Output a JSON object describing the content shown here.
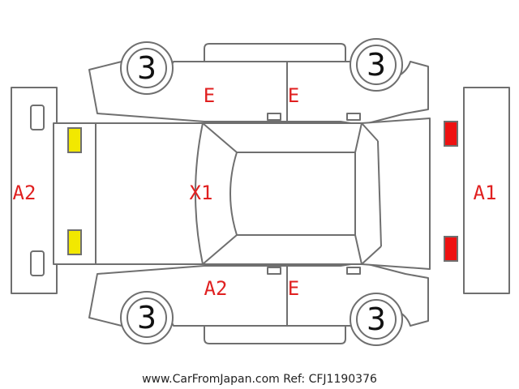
{
  "colors": {
    "outline": "#6f6f6f",
    "damage_text": "#e02020",
    "front_light_fill": "#ee1111",
    "rear_light_fill": "#f2e800",
    "wheel_number": "#111111"
  },
  "wheels": {
    "top_left": "3",
    "top_right": "3",
    "bottom_left": "3",
    "bottom_right": "3"
  },
  "damage_labels": {
    "rear_bumper": "A2",
    "front_bumper": "A1",
    "roof": "X1",
    "top_rear_door": "E",
    "top_front_door": "E",
    "bottom_rear_door": "A2",
    "bottom_front_door": "E"
  },
  "lights": {
    "rear": "yellow",
    "front": "red"
  },
  "watermark": "www.CarFromJapan.com Ref: CFJ1190376"
}
